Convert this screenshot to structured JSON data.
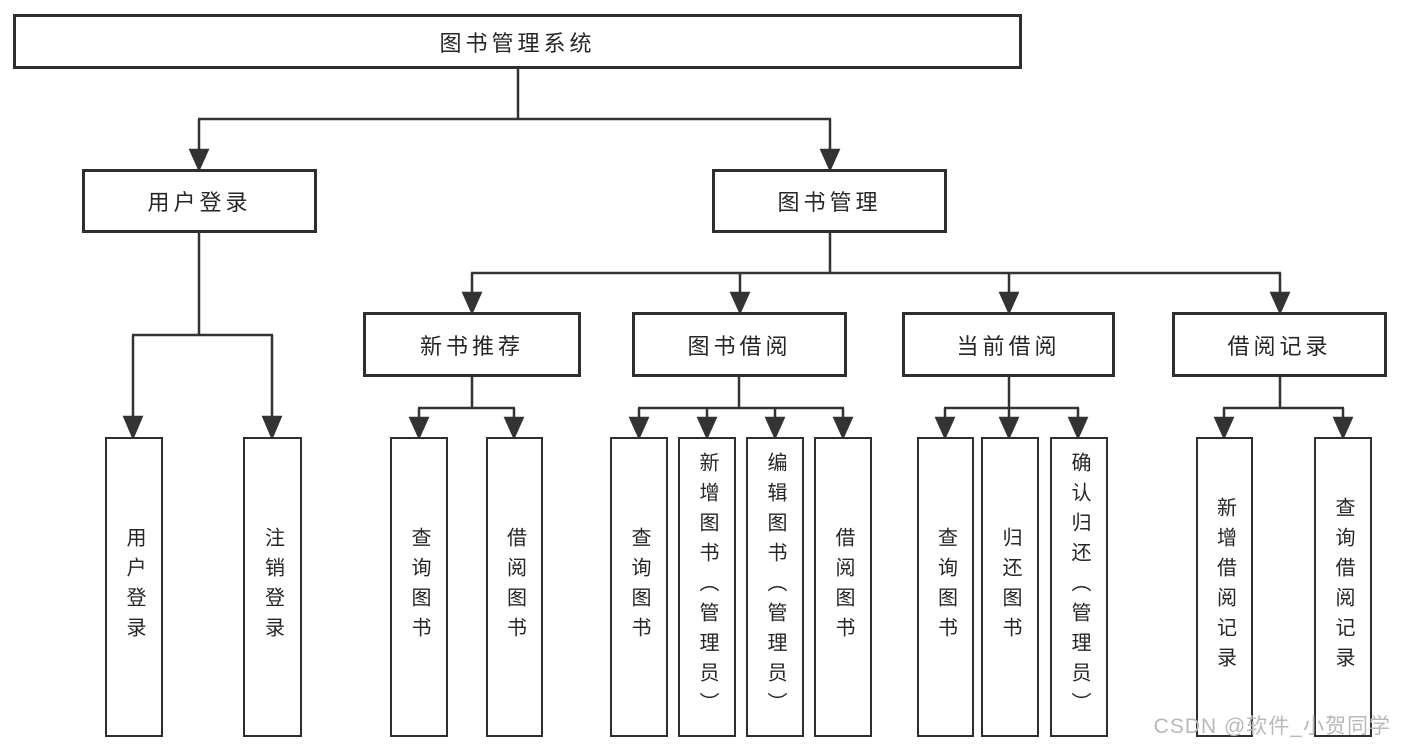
{
  "watermark": "CSDN @软件_小贺同学",
  "colors": {
    "line": "#333333",
    "box_border": "#2e2e2e",
    "text": "#262626",
    "watermark": "#b9b9b9",
    "background": "#ffffff"
  },
  "tree": {
    "label": "图书管理系统",
    "children": [
      {
        "label": "用户登录",
        "children": [
          {
            "label": "用户登录"
          },
          {
            "label": "注销登录"
          }
        ]
      },
      {
        "label": "图书管理",
        "children": [
          {
            "label": "新书推荐",
            "children": [
              {
                "label": "查询图书"
              },
              {
                "label": "借阅图书"
              }
            ]
          },
          {
            "label": "图书借阅",
            "children": [
              {
                "label": "查询图书"
              },
              {
                "label": "新增图书（管理员）"
              },
              {
                "label": "编辑图书（管理员）"
              },
              {
                "label": "借阅图书"
              }
            ]
          },
          {
            "label": "当前借阅",
            "children": [
              {
                "label": "查询图书"
              },
              {
                "label": "归还图书"
              },
              {
                "label": "确认归还（管理员）"
              }
            ]
          },
          {
            "label": "借阅记录",
            "children": [
              {
                "label": "新增借阅记录"
              },
              {
                "label": "查询借阅记录"
              }
            ]
          }
        ]
      }
    ]
  }
}
